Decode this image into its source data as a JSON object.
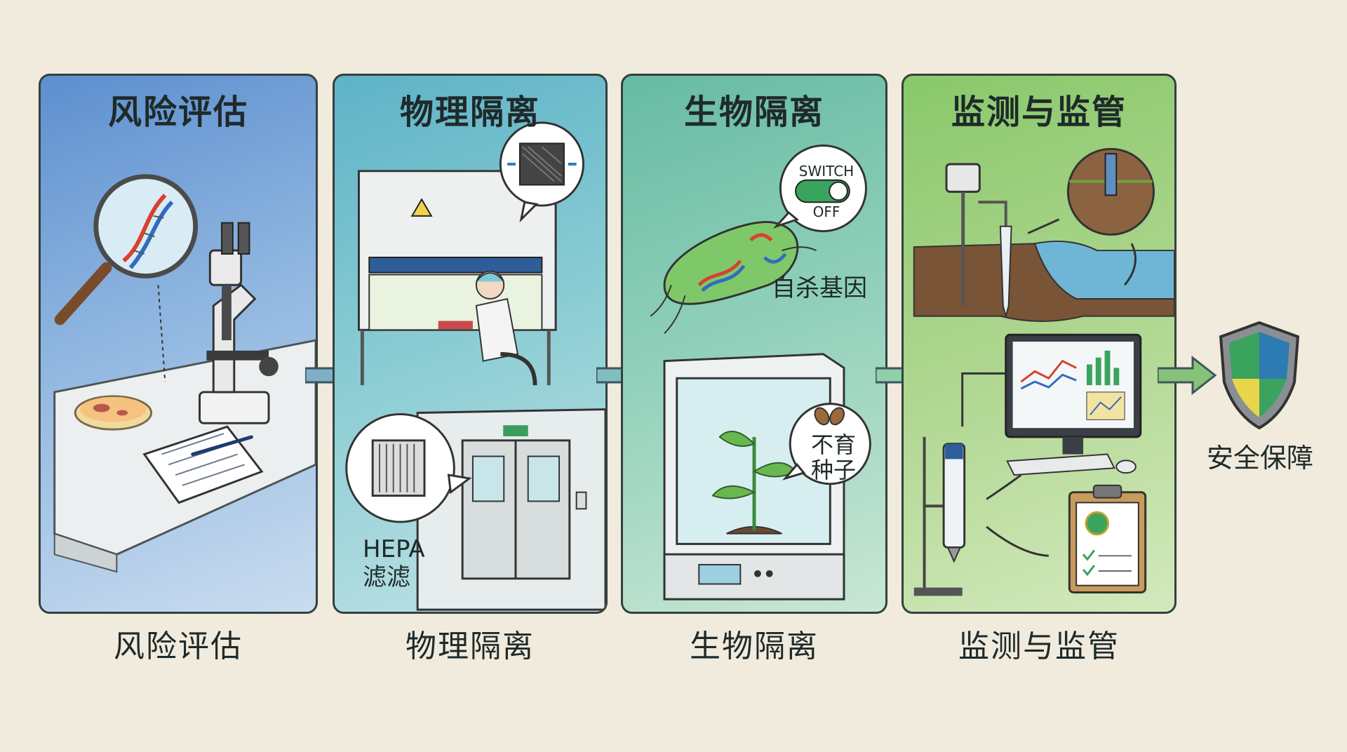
{
  "panels": [
    {
      "title": "风险评估",
      "caption": "风险评估"
    },
    {
      "title": "物理隔离",
      "caption": "物理隔离",
      "hepa_line1": "HEPA",
      "hepa_line2": "滤滤"
    },
    {
      "title": "生物隔离",
      "caption": "生物隔离",
      "switch_top": "SWITCH",
      "switch_bottom": "OFF",
      "suicide_gene": "自杀基因",
      "seed_line1": "不育",
      "seed_line2": "种子"
    },
    {
      "title": "监测与监管",
      "caption": "监测与监管"
    }
  ],
  "outcome": {
    "label": "安全保障"
  },
  "colors": {
    "panel1": "#7fa8d6",
    "panel2": "#7cc2cc",
    "panel3": "#8ccdb4",
    "panel4": "#a7d488",
    "arrow": "#7fb0c8",
    "arrow_green": "#86c277",
    "shield_blue": "#2d7bb3",
    "shield_green": "#3aa35e",
    "shield_yellow": "#e9d54a"
  },
  "icons": [
    "magnifier-dna-icon",
    "microscope-icon",
    "petri-dish-icon",
    "notebook-icon",
    "biosafety-cabinet-icon",
    "hepa-filter-icon",
    "cleanroom-door-icon",
    "bacterium-icon",
    "switch-icon",
    "growth-chamber-icon",
    "seed-icon",
    "soil-probe-icon",
    "computer-monitor-icon",
    "water-sampler-icon",
    "clipboard-icon",
    "shield-icon"
  ]
}
